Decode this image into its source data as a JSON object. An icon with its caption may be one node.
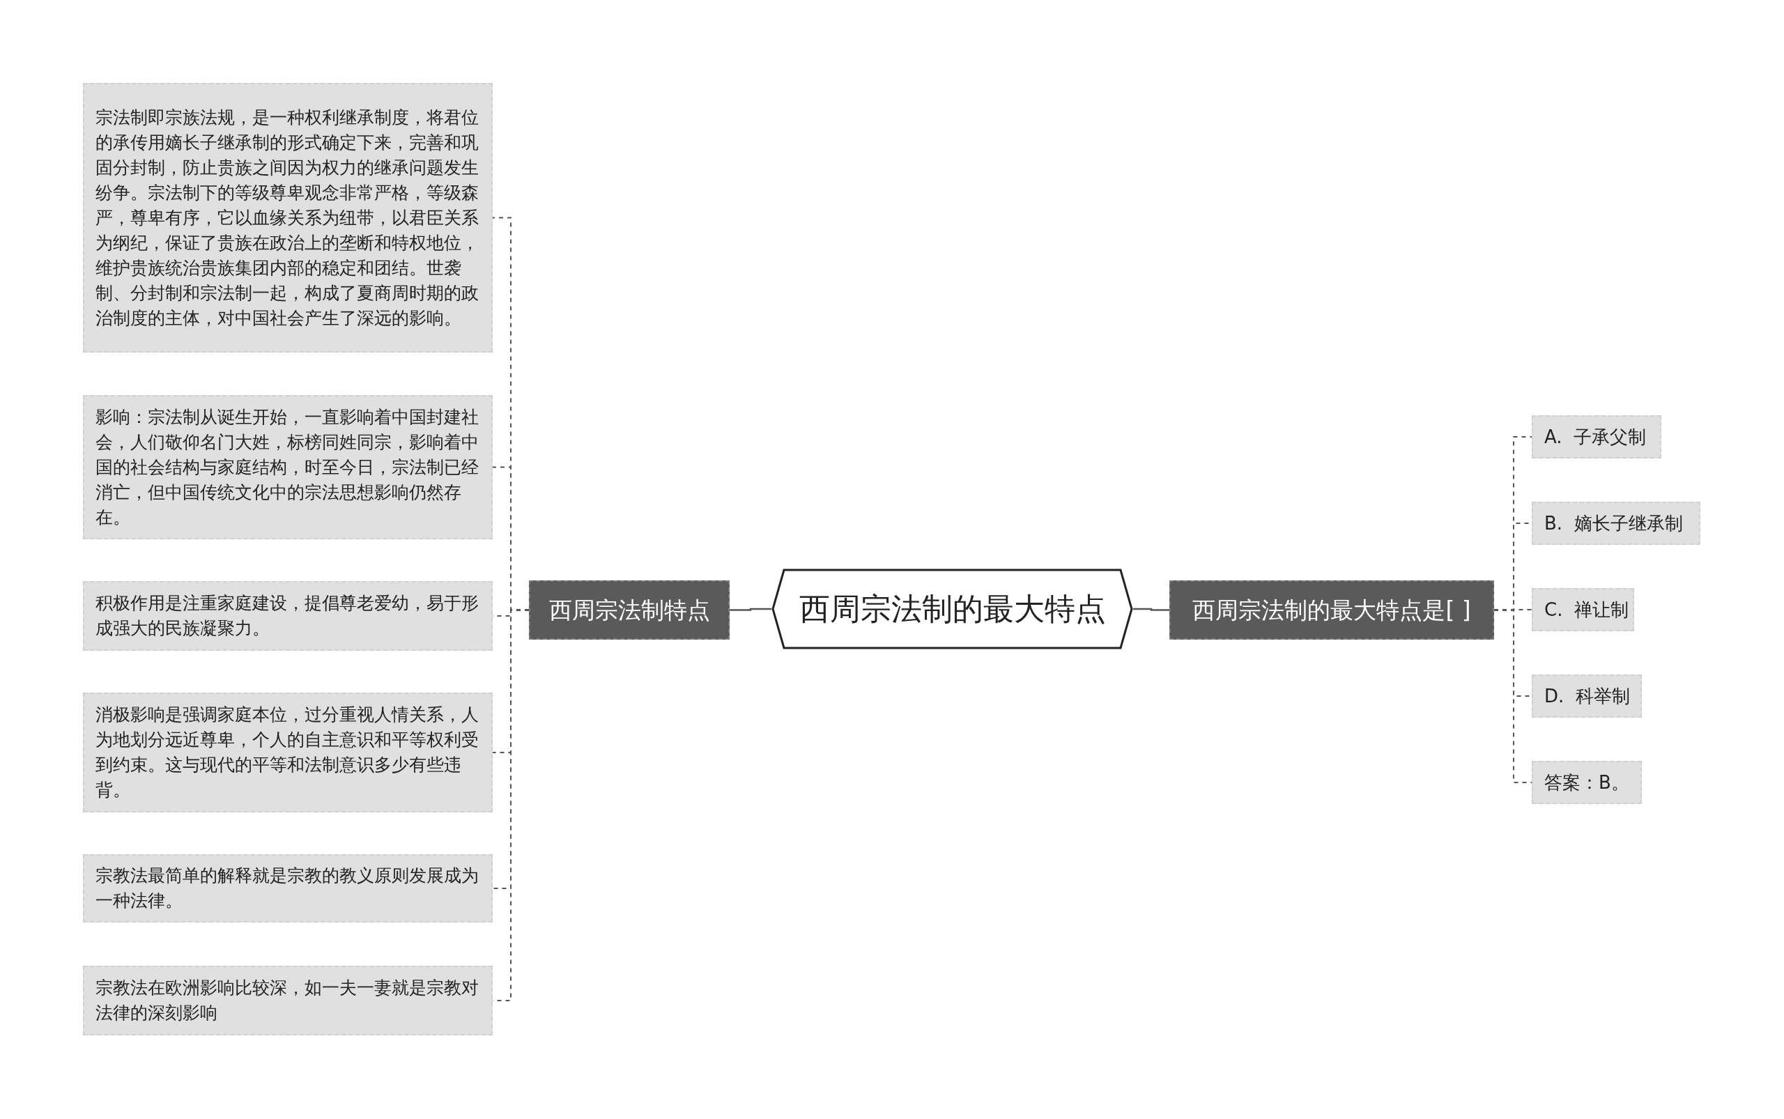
{
  "diagram": {
    "nodes": [
      {
        "text": [
          "西周宗法制的最大特点"
        ]
      },
      {
        "text": [
          "西周宗法制特点"
        ]
      },
      {
        "text": [
          "宗法制即宗族法规，是一种权利继承制度，将君位的承传用嫡长子继承制的形式确定下来，完善和巩固分封制，防止贵族之间因为权力的继承问题发生纷争。宗法制下的等级尊卑观念非常严格，等级森严，尊卑有序，它以血缘关系为纽带，以君臣关系为纲纪，保证了贵族在政治上的垄断和特权地位，维护贵族统治贵族集团内部的稳定和团结。世袭制、分封制和宗法制一起，构成了夏商周时期的政治制度的主体，对中国社会产生了深远的影响。"
        ]
      },
      {
        "text": [
          "影响：宗法制从诞生开始，一直影响着中国封建社会，人们敬仰名门大姓，标榜同姓同宗，影响着中国的社会结构与家庭结构，时至今日，宗法制已经消亡，但中国传统文化中的宗法思想影响仍然存在。"
        ]
      },
      {
        "text": [
          "积极作用是注重家庭建设，提倡尊老爱幼，易于形成强大的民族凝聚力。"
        ]
      },
      {
        "text": [
          "消极影响是强调家庭本位，过分重视人情关系，人为地划分远近尊卑，个人的自主意识和平等权利受到约束。这与现代的平等和法制意识多少有些违背。"
        ]
      },
      {
        "text": [
          "宗教法最简单的解释就是宗教的教义原则发展成为一种法律。"
        ]
      },
      {
        "text": [
          "宗教法在欧洲影响比较深，如一夫一妻就是宗教对法律的深刻影响"
        ]
      },
      {
        "text": [
          "西周宗法制的最大特点是[ ]"
        ]
      },
      {
        "text": [
          "A.  子承父制"
        ]
      },
      {
        "text": [
          "B.  嫡长子继承制"
        ]
      },
      {
        "text": [
          "C.  禅让制"
        ]
      },
      {
        "text": [
          "D.  科举制"
        ]
      },
      {
        "text": [
          "答案：B。"
        ]
      }
    ],
    "edges": [
      {
        "from": 0,
        "to": 1,
        "arrow": "none"
      },
      {
        "from": 1,
        "to": 2,
        "arrow": "none",
        "style": "dashed"
      },
      {
        "from": 1,
        "to": 3,
        "arrow": "none",
        "style": "dashed"
      },
      {
        "from": 1,
        "to": 4,
        "arrow": "none",
        "style": "dashed"
      },
      {
        "from": 1,
        "to": 5,
        "arrow": "none",
        "style": "dashed"
      },
      {
        "from": 1,
        "to": 6,
        "arrow": "none",
        "style": "dashed"
      },
      {
        "from": 1,
        "to": 7,
        "arrow": "none",
        "style": "dashed"
      },
      {
        "from": 0,
        "to": 8,
        "arrow": "none"
      },
      {
        "from": 8,
        "to": 9,
        "arrow": "none",
        "style": "dashed"
      },
      {
        "from": 8,
        "to": 10,
        "arrow": "none",
        "style": "dashed"
      },
      {
        "from": 8,
        "to": 11,
        "arrow": "none",
        "style": "dashed"
      },
      {
        "from": 8,
        "to": 12,
        "arrow": "none",
        "style": "dashed"
      },
      {
        "from": 8,
        "to": 13,
        "arrow": "none",
        "style": "dashed"
      }
    ]
  }
}
